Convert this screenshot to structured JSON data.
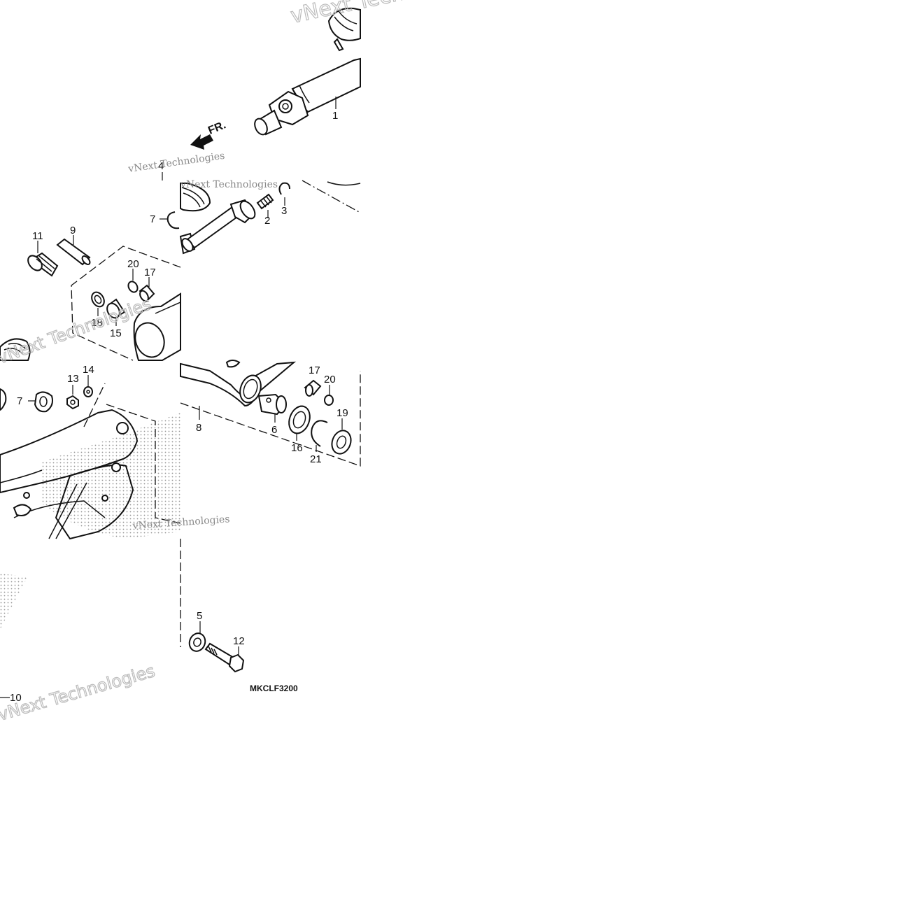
{
  "diagram": {
    "code": "MKCLF3200",
    "direction_label": "FR.",
    "watermarks": [
      "vNext Technologies",
      "vNext Technologies",
      "vNext Technologies",
      "vNext Technologies",
      "vNext Technologies"
    ],
    "callouts": {
      "c1": "1",
      "c2": "2",
      "c3": "3",
      "c4": "4",
      "c5": "5",
      "c6": "6",
      "c7a": "7",
      "c7b": "7",
      "c8": "8",
      "c9": "9",
      "c10": "10",
      "c11": "11",
      "c12": "12",
      "c13": "13",
      "c14": "14",
      "c15": "15",
      "c16": "16",
      "c17a": "17",
      "c17b": "17",
      "c18": "18",
      "c19": "19",
      "c20a": "20",
      "c20b": "20",
      "c21": "21"
    },
    "colors": {
      "line": "#111111",
      "background": "#ffffff",
      "watermark": "#8a8a8a"
    }
  }
}
